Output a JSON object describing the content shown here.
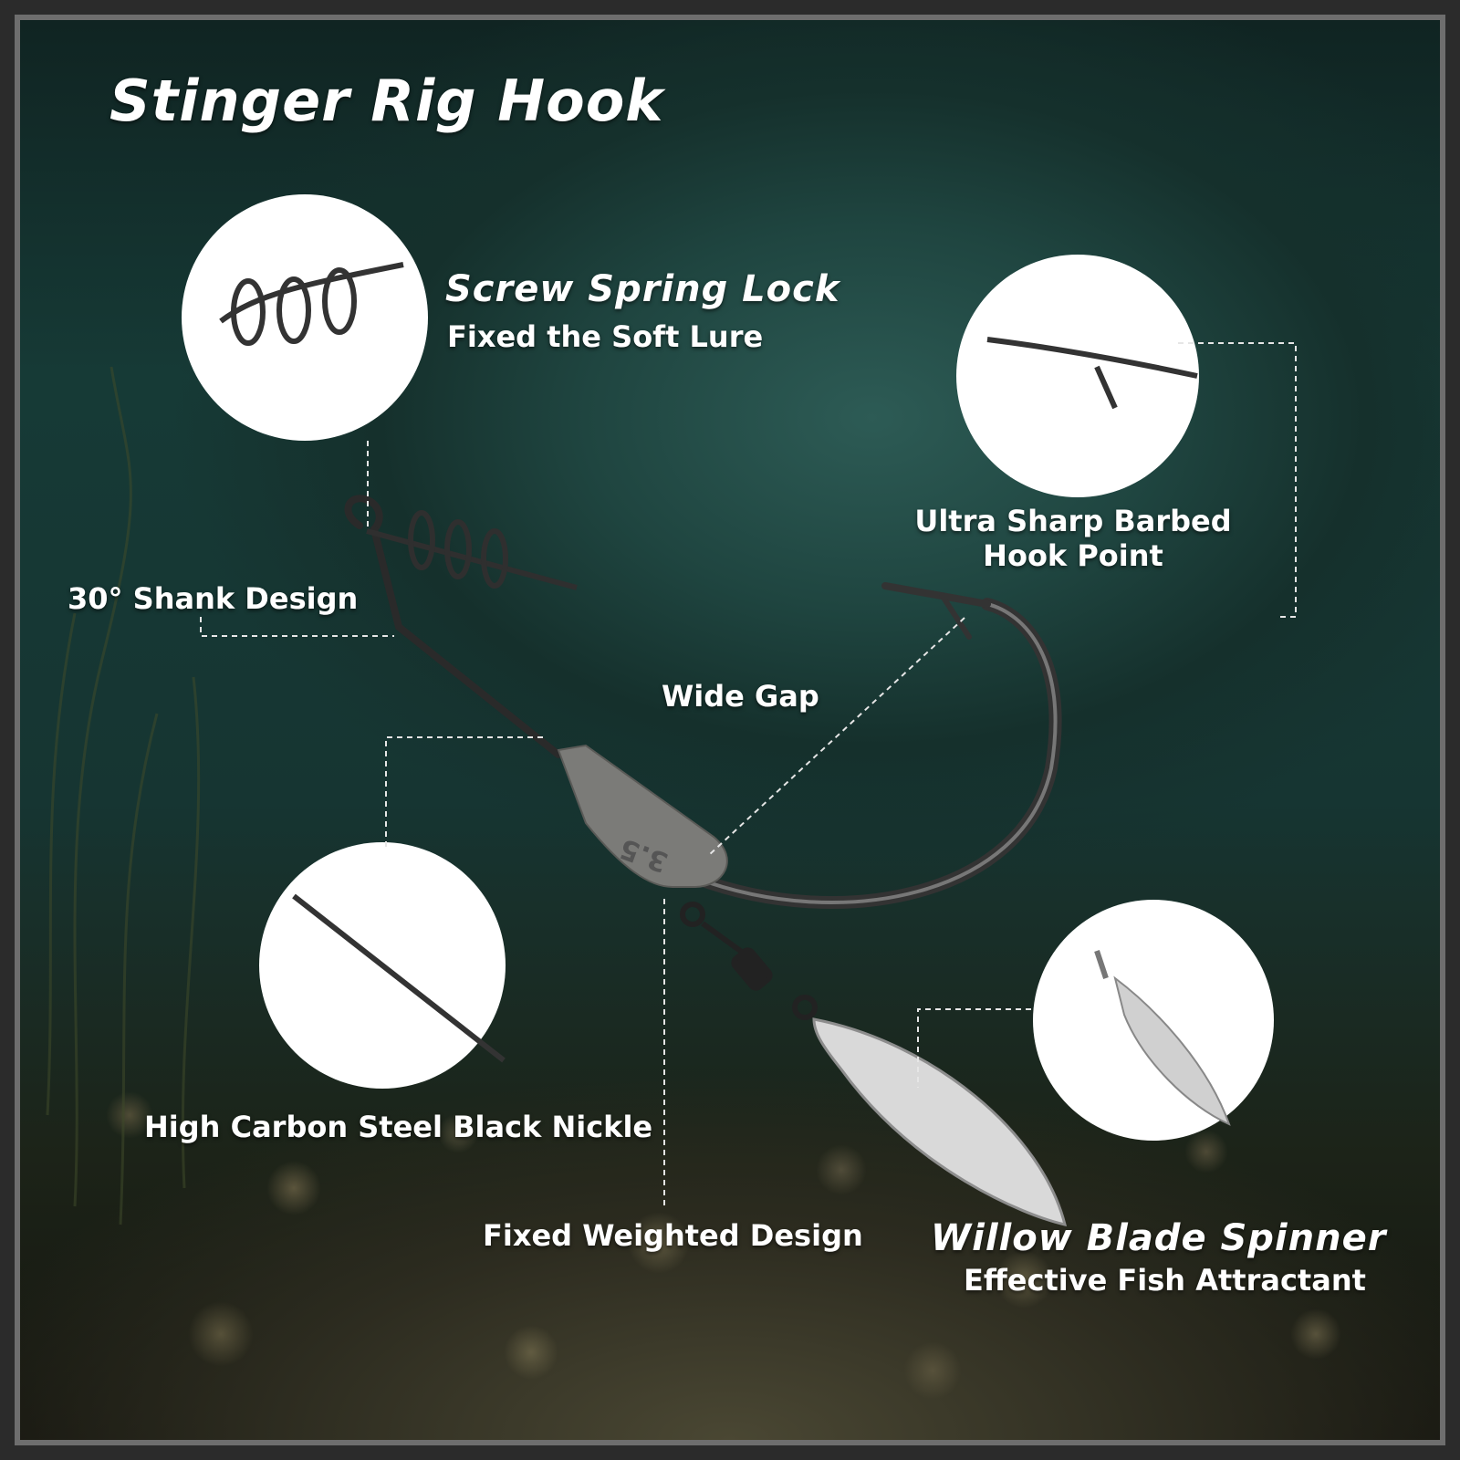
{
  "title": "Stinger Rig Hook",
  "callouts": {
    "screw_spring": {
      "heading": "Screw Spring Lock",
      "sub": "Fixed the Soft Lure"
    },
    "barbed_point": {
      "line1": "Ultra Sharp Barbed",
      "line2": "Hook Point"
    },
    "shank": {
      "label": "30° Shank Design"
    },
    "wide_gap": {
      "label": "Wide Gap"
    },
    "carbon_steel": {
      "label": "High Carbon Steel Black Nickle"
    },
    "weighted": {
      "label": "Fixed Weighted Design"
    },
    "willow_blade": {
      "heading": "Willow Blade Spinner",
      "sub": "Effective Fish Attractant"
    }
  },
  "weight_marking": "3.5",
  "colors": {
    "text": "#ffffff",
    "water": "#1f4540",
    "hook": "#2a2a2a",
    "blade": "#d9d9d9"
  }
}
